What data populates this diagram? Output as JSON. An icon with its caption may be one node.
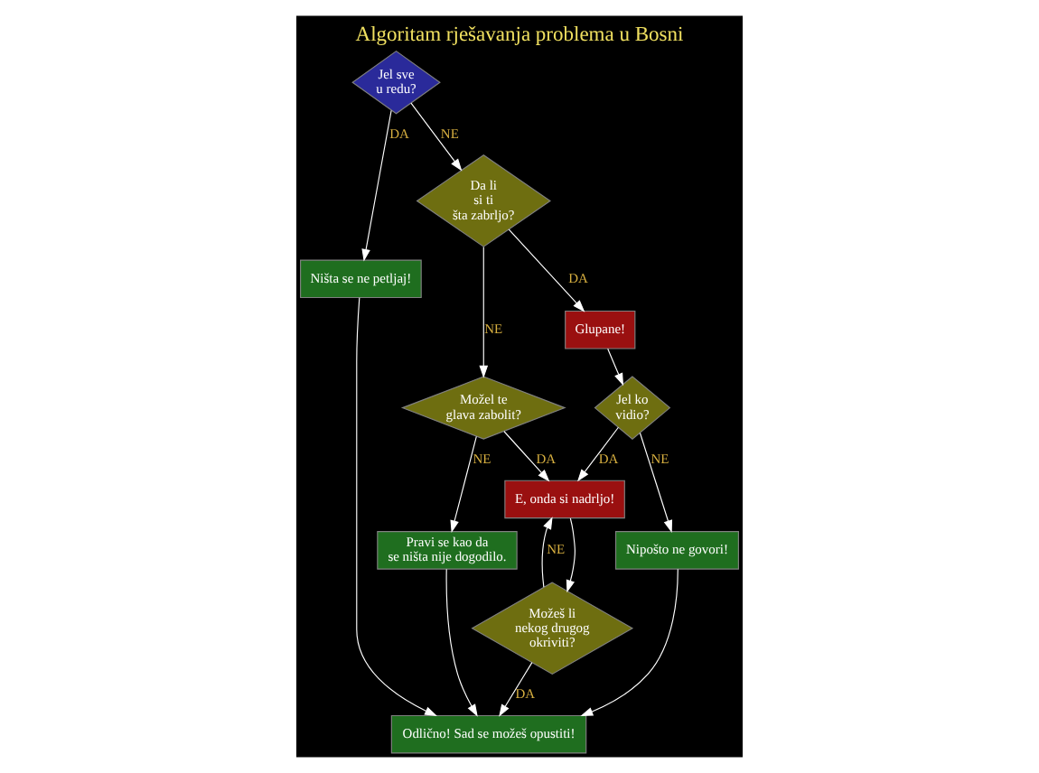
{
  "diagram": {
    "title": "Algoritam rješavanja problema u Bosni",
    "nodes": [
      {
        "text": [
          "Jel sve u redu?"
        ]
      },
      {
        "text": [
          "Ništa se ne petljaj!"
        ]
      },
      {
        "text": [
          "Da li si ti šta zabrljo?"
        ]
      },
      {
        "text": [
          "Glupane!"
        ]
      },
      {
        "text": [
          "Jel ko vidio?"
        ]
      },
      {
        "text": [
          "E, onda si nadrljo!"
        ]
      },
      {
        "text": [
          "Možel te glava zabolit?"
        ]
      },
      {
        "text": [
          "Možeš li nekog drugog okriviti?"
        ]
      },
      {
        "text": [
          "Nipošto ne govori!"
        ]
      },
      {
        "text": [
          "Pravi se kao da se ništa nije dogodilo."
        ]
      },
      {
        "text": [
          "Odlično! Sad se možeš opustiti!"
        ]
      }
    ],
    "edges": [
      {
        "from": 0,
        "to": 1,
        "arrow": "to",
        "label": "DA"
      },
      {
        "from": 0,
        "to": 2,
        "arrow": "to",
        "label": "NE"
      },
      {
        "from": 2,
        "to": 3,
        "arrow": "to",
        "label": "DA"
      },
      {
        "from": 2,
        "to": 6,
        "arrow": "to",
        "label": "NE"
      },
      {
        "from": 3,
        "to": 4,
        "arrow": "to"
      },
      {
        "from": 4,
        "to": 5,
        "arrow": "to",
        "label": "DA"
      },
      {
        "from": 4,
        "to": 8,
        "arrow": "to",
        "label": "NE"
      },
      {
        "from": 6,
        "to": 5,
        "arrow": "to",
        "label": "DA"
      },
      {
        "from": 6,
        "to": 9,
        "arrow": "to",
        "label": "NE"
      },
      {
        "from": 5,
        "to": 7,
        "arrow": "to"
      },
      {
        "from": 7,
        "to": 5,
        "arrow": "to",
        "label": "NE"
      },
      {
        "from": 7,
        "to": 10,
        "arrow": "to",
        "label": "DA"
      },
      {
        "from": 8,
        "to": 10,
        "arrow": "to"
      },
      {
        "from": 1,
        "to": 10,
        "arrow": "to"
      },
      {
        "from": 9,
        "to": 10,
        "arrow": "to"
      }
    ]
  }
}
